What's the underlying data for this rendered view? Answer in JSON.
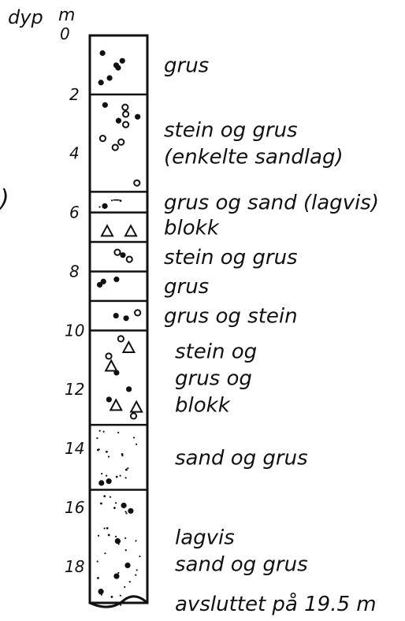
{
  "header": {
    "depth_label": "dyp",
    "unit_label": "m",
    "zero_label": "0"
  },
  "depth_ticks": [
    "2",
    "4",
    "6",
    "8",
    "10",
    "12",
    "14",
    "16",
    "18"
  ],
  "stray_mark": ")",
  "layers": [
    {
      "top_m": 0.0,
      "bottom_m": 2.0,
      "pattern": "gravel",
      "lines": [
        "grus"
      ]
    },
    {
      "top_m": 2.0,
      "bottom_m": 5.3,
      "pattern": "stone-gravel",
      "lines": [
        "stein og grus",
        "(enkelte sandlag)"
      ]
    },
    {
      "top_m": 5.3,
      "bottom_m": 6.0,
      "pattern": "gravel-sand",
      "lines": [
        "grus og sand (lagvis)"
      ]
    },
    {
      "top_m": 6.0,
      "bottom_m": 7.0,
      "pattern": "boulder",
      "lines": [
        "blokk"
      ]
    },
    {
      "top_m": 7.0,
      "bottom_m": 8.0,
      "pattern": "stone-gravel",
      "lines": [
        "stein og grus"
      ]
    },
    {
      "top_m": 8.0,
      "bottom_m": 9.0,
      "pattern": "gravel",
      "lines": [
        "grus"
      ]
    },
    {
      "top_m": 9.0,
      "bottom_m": 10.0,
      "pattern": "gravel-stone",
      "lines": [
        "grus og stein"
      ]
    },
    {
      "top_m": 10.0,
      "bottom_m": 13.2,
      "pattern": "stone-gravel-boulder",
      "lines": [
        "stein og",
        "grus og",
        "blokk"
      ]
    },
    {
      "top_m": 13.2,
      "bottom_m": 15.4,
      "pattern": "sand-gravel",
      "lines": [
        "sand og grus"
      ]
    },
    {
      "top_m": 15.4,
      "bottom_m": 19.5,
      "pattern": "layered-sand-gravel",
      "lines": [
        "lagvis",
        "sand og grus"
      ]
    }
  ],
  "end_note": "avsluttet på 19.5 m",
  "total_depth_m": 19.5
}
